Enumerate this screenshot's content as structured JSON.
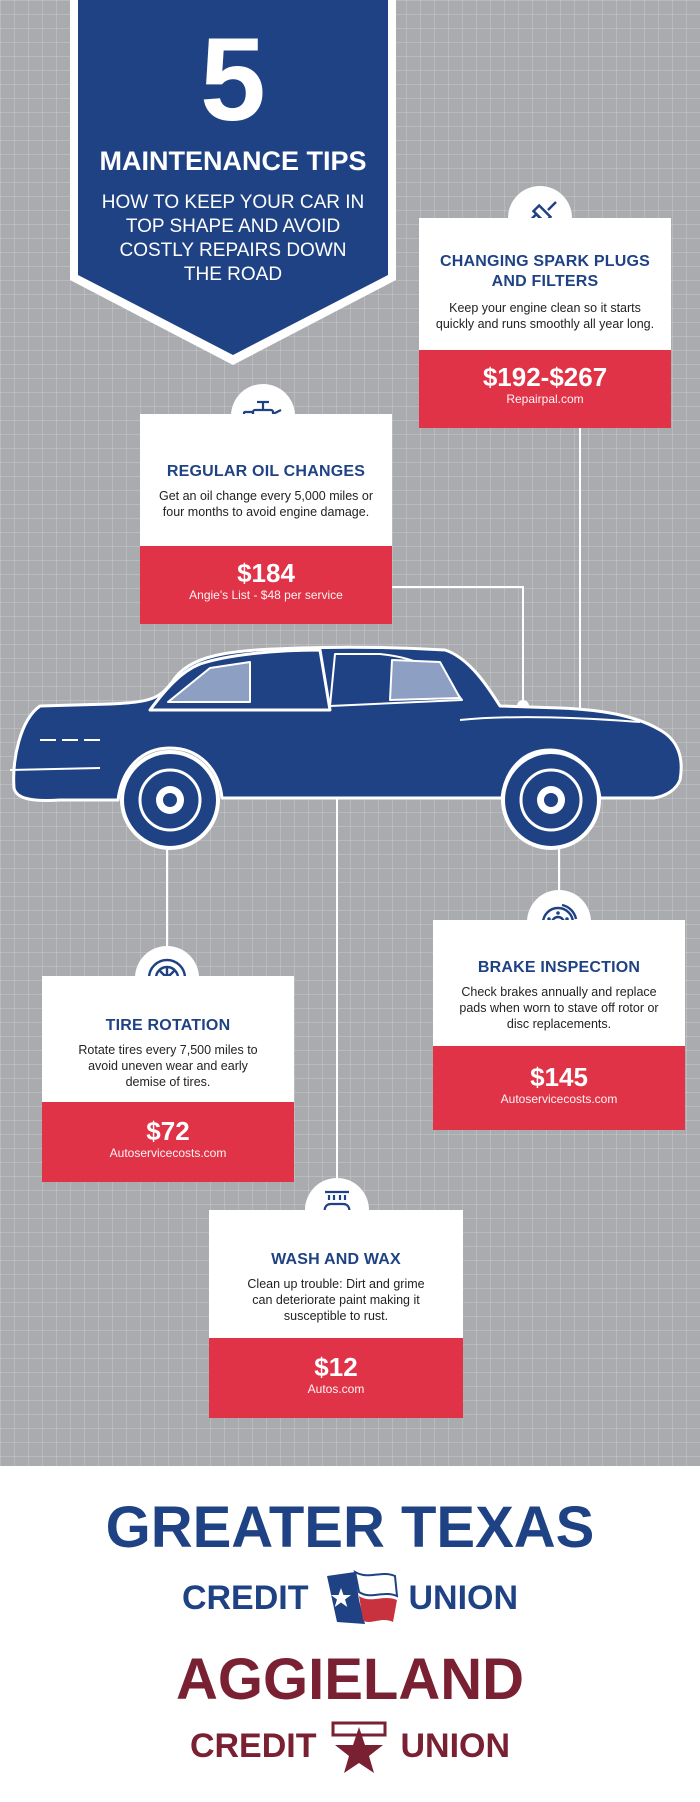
{
  "banner": {
    "number": "5",
    "title": "MAINTENANCE TIPS",
    "subtitle_lines": [
      "HOW TO KEEP YOUR CAR IN",
      "TOP SHAPE AND AVOID",
      "COSTLY REPAIRS DOWN",
      "THE ROAD"
    ]
  },
  "tips": {
    "spark": {
      "icon": "spark-plug-icon",
      "title_lines": [
        "CHANGING SPARK PLUGS",
        "AND FILTERS"
      ],
      "desc_lines": [
        "Keep your engine clean so it starts",
        "quickly and runs smoothly all year long."
      ],
      "price": "$192-$267",
      "source": "Repairpal.com"
    },
    "oil": {
      "icon": "oil-can-icon",
      "title": "REGULAR OIL CHANGES",
      "desc_lines": [
        "Get an oil change every 5,000 miles or",
        "four months to avoid engine damage."
      ],
      "price": "$184",
      "source": "Angie's List - $48 per service"
    },
    "brake": {
      "icon": "brake-disc-icon",
      "title": "BRAKE INSPECTION",
      "desc_lines": [
        "Check brakes annually and replace",
        "pads when worn to stave off rotor or",
        "disc replacements."
      ],
      "price": "$145",
      "source": "Autoservicecosts.com"
    },
    "tire": {
      "icon": "tire-icon",
      "title": "TIRE ROTATION",
      "desc_lines": [
        "Rotate tires every 7,500 miles to",
        "avoid uneven wear and early",
        "demise of tires."
      ],
      "price": "$72",
      "source": "Autoservicecosts.com"
    },
    "wash": {
      "icon": "car-wash-icon",
      "title": "WASH AND WAX",
      "desc_lines": [
        "Clean up trouble: Dirt and grime",
        "can deteriorate paint making it",
        "susceptible to rust."
      ],
      "price": "$12",
      "source": "Autos.com"
    }
  },
  "footer": {
    "gt_name": "GREATER TEXAS",
    "gt_left": "CREDIT",
    "gt_right": "UNION",
    "ag_name": "AGGIELAND",
    "ag_left": "CREDIT",
    "ag_right": "UNION"
  },
  "colors": {
    "navy": "#1f4284",
    "red": "#e03347",
    "maroon": "#7a2033",
    "background": "#a9abae"
  }
}
